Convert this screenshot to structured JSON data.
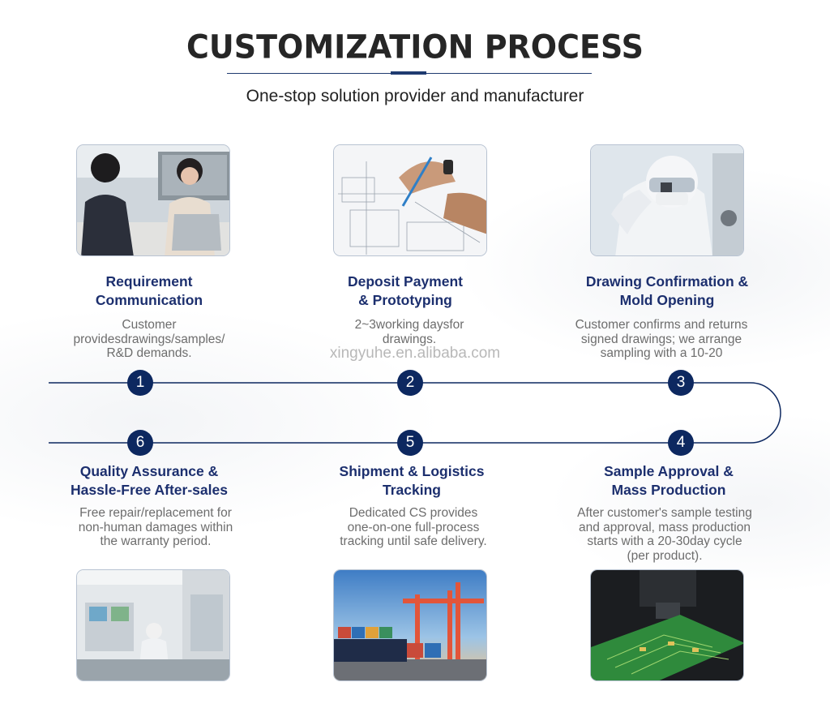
{
  "header": {
    "title": "CUSTOMIZATION PROCESS",
    "subtitle": "One-stop solution provider and manufacturer"
  },
  "watermark": "xingyuhe.en.alibaba.com",
  "colors": {
    "navy": "#0d2860",
    "title_blue": "#1c2f6e",
    "desc_gray": "#6d6d6d"
  },
  "steps": [
    {
      "number": "1",
      "title_line1": "Requirement",
      "title_line2": "Communication",
      "desc_line1": "Customer",
      "desc_line2": "providesdrawings/samples/",
      "desc_line3": "R&D demands.",
      "photo": "business-meeting-photo"
    },
    {
      "number": "2",
      "title_line1": "Deposit Payment",
      "title_line2": "& Prototyping",
      "desc_line1": "2~3working daysfor",
      "desc_line2": "drawings.",
      "photo": "drafting-drawings-photo"
    },
    {
      "number": "3",
      "title_line1": "Drawing Confirmation &",
      "title_line2": "Mold Opening",
      "desc_line1": "Customer confirms and returns",
      "desc_line2": "signed drawings; we arrange",
      "desc_line3": "sampling with a 10-20",
      "photo": "cleanroom-chip-photo"
    },
    {
      "number": "4",
      "title_line1": "Sample Approval &",
      "title_line2": "Mass Production",
      "desc_line1": "After customer's sample testing",
      "desc_line2": "and approval, mass production",
      "desc_line3": "starts with a 20-30day cycle",
      "desc_line4": "(per product).",
      "photo": "pcb-production-photo"
    },
    {
      "number": "5",
      "title_line1": "Shipment & Logistics",
      "title_line2": "Tracking",
      "desc_line1": "Dedicated CS provides",
      "desc_line2": "one-on-one full-process",
      "desc_line3": "tracking until safe delivery.",
      "photo": "container-port-photo"
    },
    {
      "number": "6",
      "title_line1": "Quality Assurance &",
      "title_line2": "Hassle-Free After-sales",
      "desc_line1": "Free repair/replacement for",
      "desc_line2": "non-human damages within",
      "desc_line3": "the warranty period.",
      "photo": "factory-workshop-photo"
    }
  ]
}
